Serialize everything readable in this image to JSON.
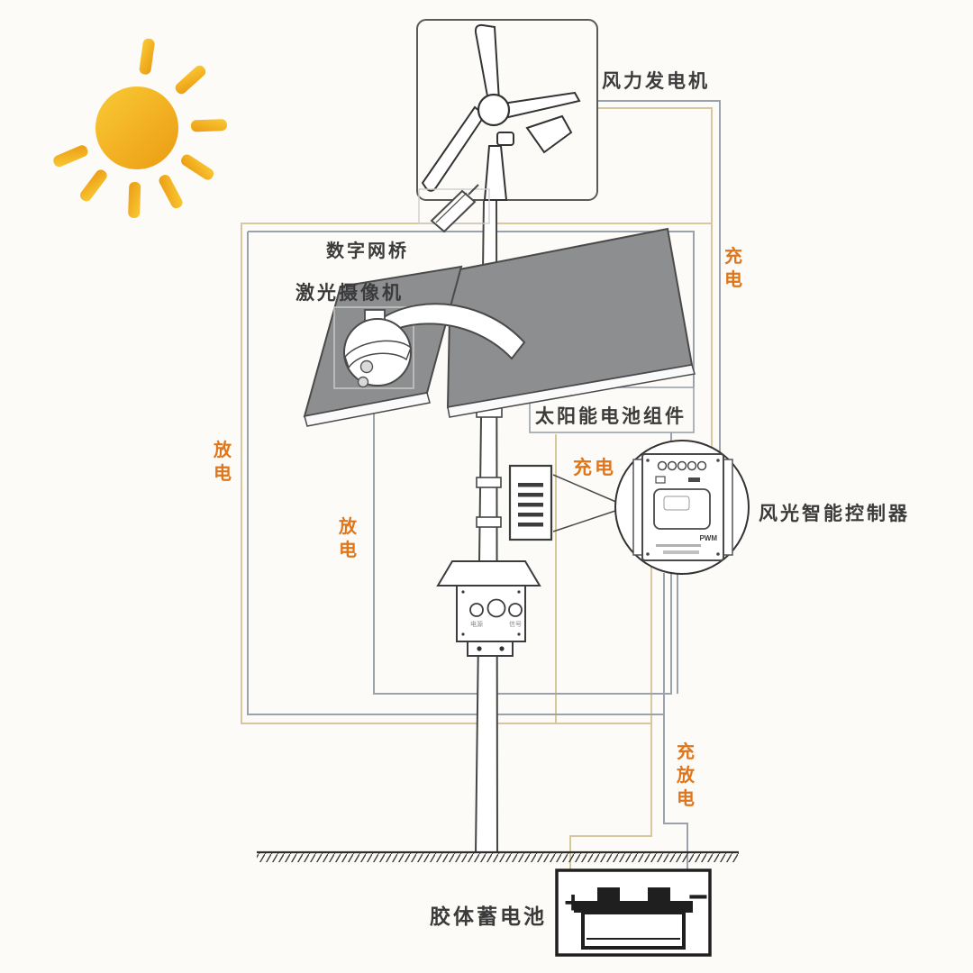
{
  "diagram": {
    "component_labels": {
      "wind_generator": "风力发电机",
      "digital_bridge": "数字网桥",
      "laser_camera": "激光摄像机",
      "solar_module": "太阳能电池组件",
      "controller": "风光智能控制器",
      "gel_battery": "胶体蓄电池"
    },
    "flow_labels": {
      "charge_right": "充电",
      "charge_center": "充电",
      "discharge_left": "放电",
      "discharge_center": "放电",
      "charge_discharge": "充放电"
    },
    "device_markings": {
      "controller_mode": "PWM",
      "cabinet_port_left": "电源",
      "cabinet_port_right": "信号",
      "battery_positive": "+",
      "battery_negative": "−"
    },
    "colors": {
      "label_orange": "#e0761c",
      "sun_yellow": "#f8c832",
      "sun_orange": "#ec9b12",
      "panel_gray": "#8d8e90",
      "wire_tan": "#d8c69c",
      "wire_gray": "#9aa3ab",
      "line_dark": "#3c3c3c"
    }
  }
}
